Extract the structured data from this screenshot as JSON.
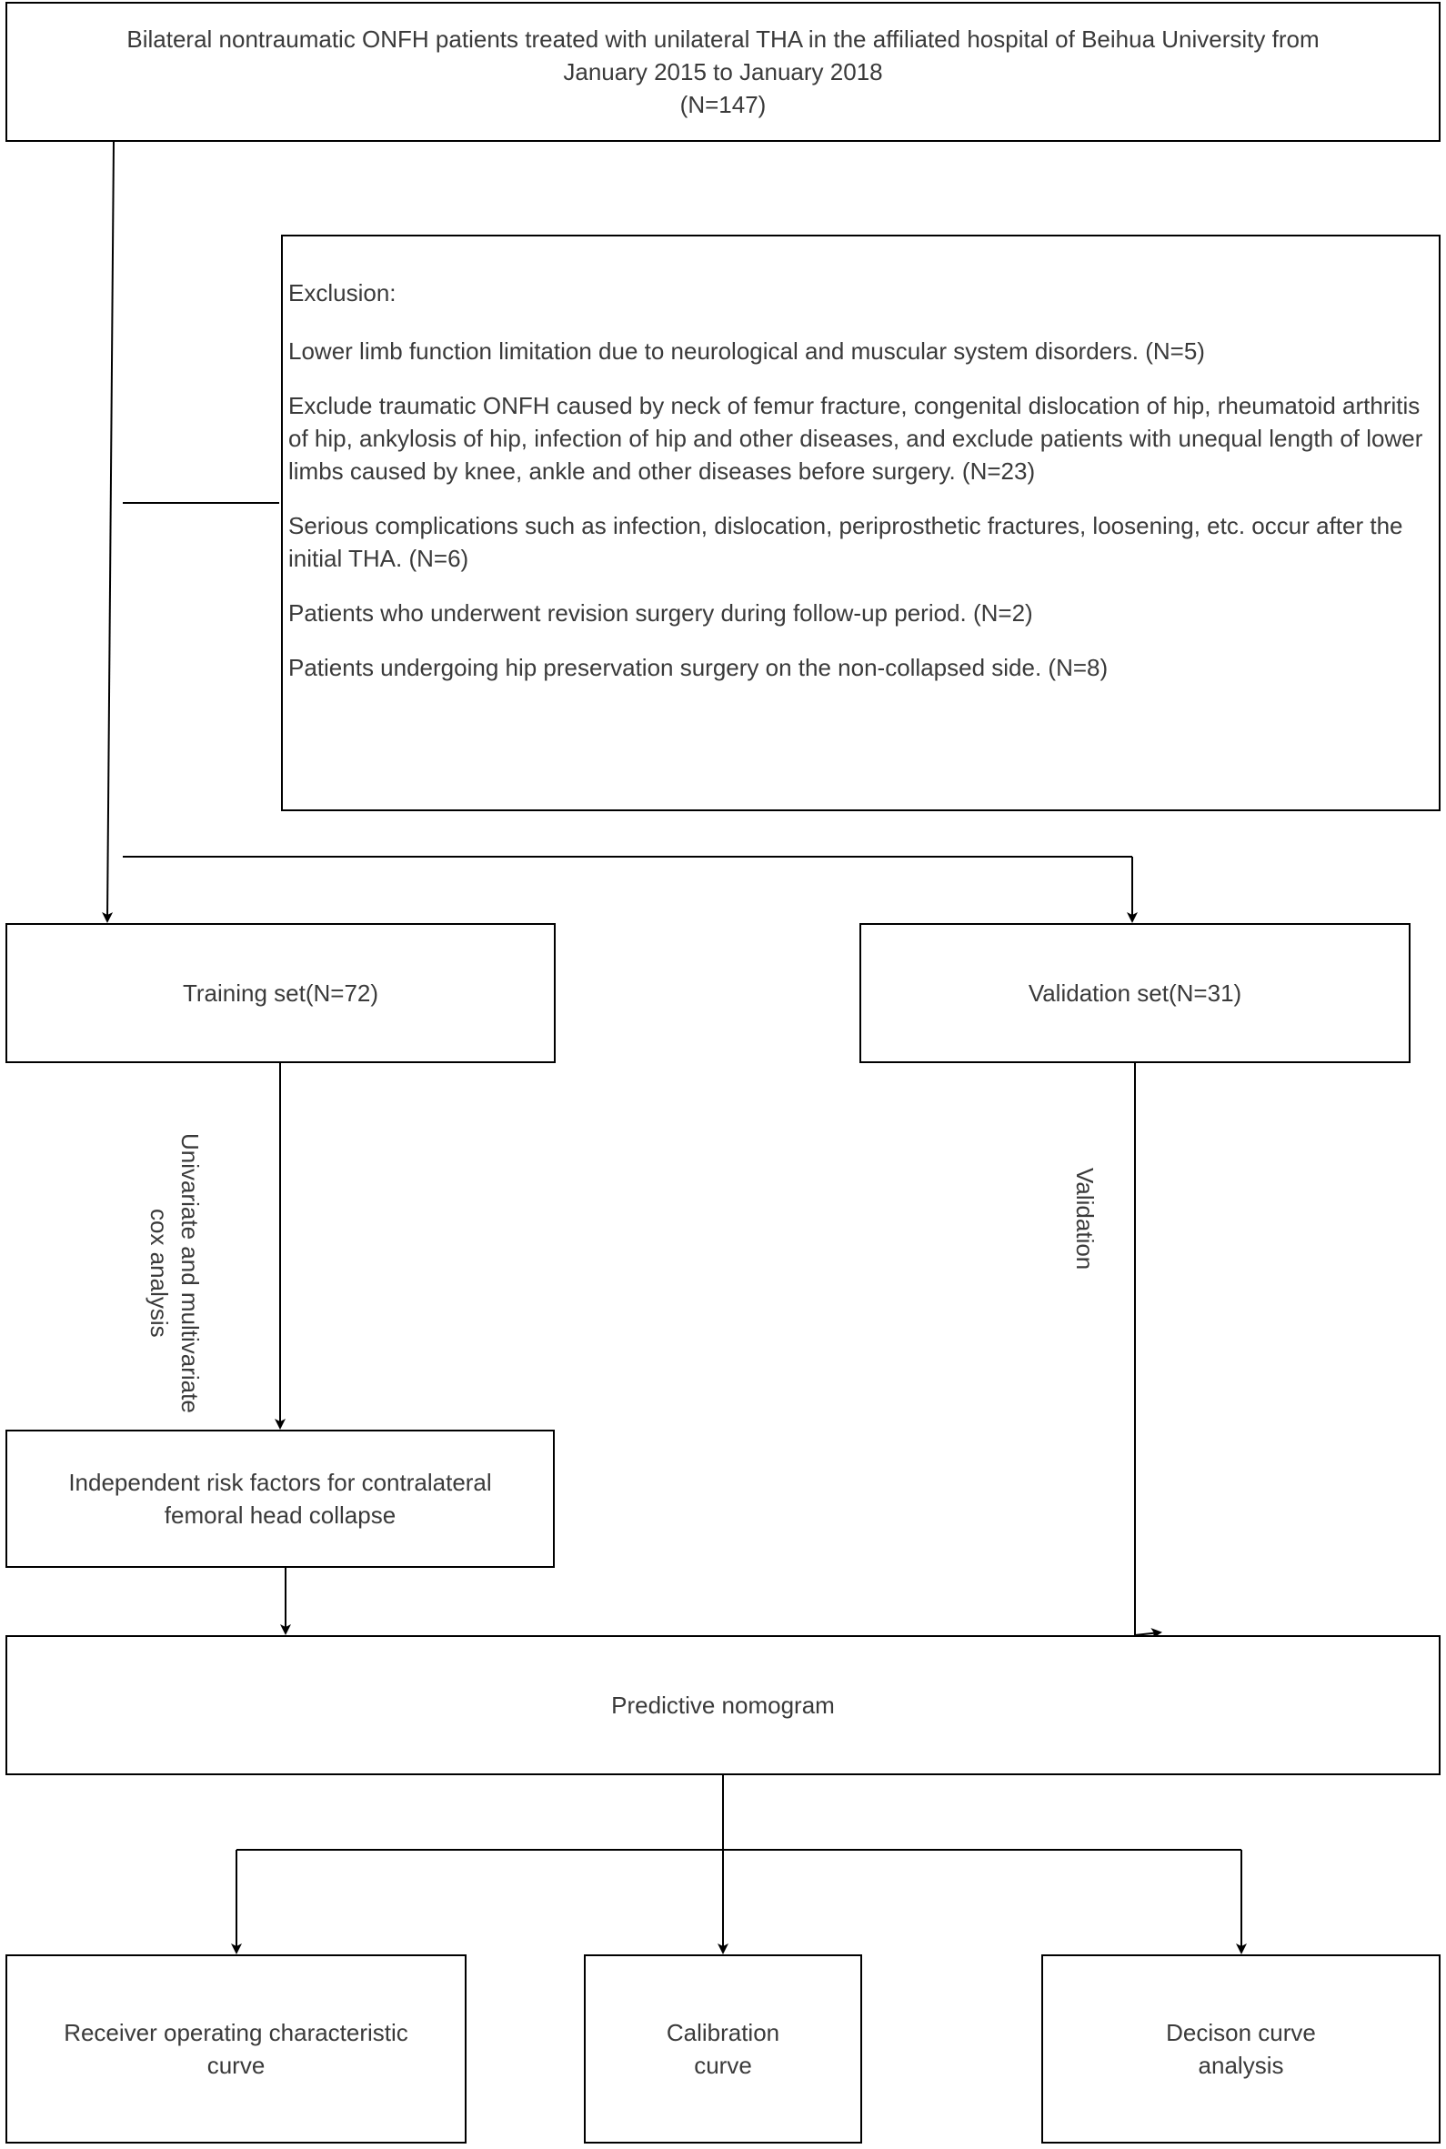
{
  "top_box": {
    "line1": "Bilateral nontraumatic ONFH patients treated with unilateral THA in the affiliated hospital of Beihua University from",
    "line2": "January 2015 to January 2018",
    "count": "(N=147)"
  },
  "exclusion": {
    "title": "Exclusion:",
    "items": [
      "Lower limb function limitation due to neurological and muscular system disorders. (N=5)",
      "Exclude traumatic ONFH caused by neck of femur fracture, congenital dislocation of hip, rheumatoid arthritis of hip, ankylosis of hip, infection of hip and other diseases, and exclude patients with unequal length of lower limbs caused by knee, ankle and other diseases before surgery. (N=23)",
      "Serious complications such as infection, dislocation, periprosthetic fractures, loosening, etc. occur after the initial THA. (N=6)",
      "Patients who underwent revision surgery during follow-up period. (N=2)",
      "Patients undergoing hip preservation surgery on the non-collapsed side. (N=8)"
    ]
  },
  "training": {
    "label": "Training set(N=72)"
  },
  "validation": {
    "label": "Validation set(N=31)"
  },
  "arrow_labels": {
    "training_line1": "Univariate and multivariate",
    "training_line2": "cox analysis",
    "validation": "Validation"
  },
  "risk_factors": {
    "line1": "Independent risk factors for contralateral",
    "line2": "femoral head collapse"
  },
  "nomogram": {
    "label": "Predictive nomogram"
  },
  "outcomes": {
    "roc": {
      "line1": "Receiver operating characteristic",
      "line2": "curve"
    },
    "calibration": {
      "line1": "Calibration",
      "line2": "curve"
    },
    "dca": {
      "line1": "Decison curve",
      "line2": "analysis"
    }
  }
}
